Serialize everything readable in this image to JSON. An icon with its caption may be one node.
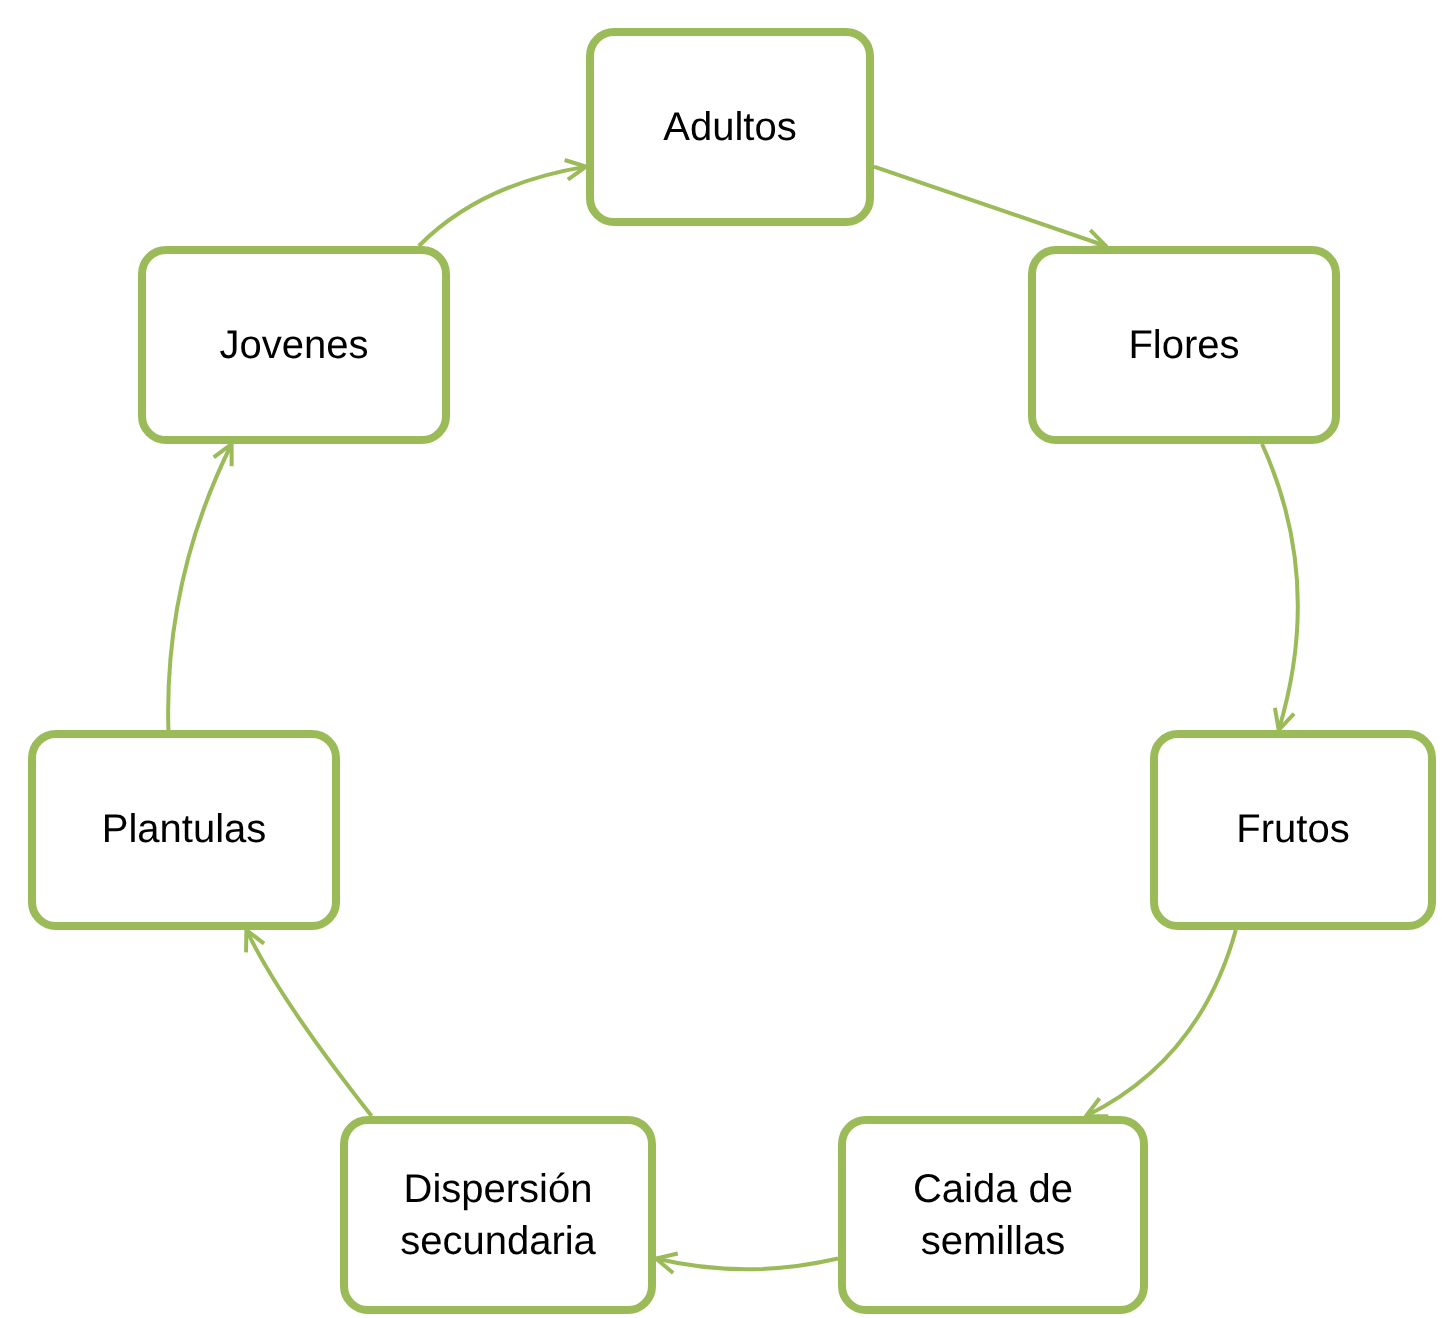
{
  "diagram": {
    "nodes": [
      {
        "text": [
          "Adultos"
        ]
      },
      {
        "text": [
          "Flores"
        ]
      },
      {
        "text": [
          "Frutos"
        ]
      },
      {
        "text": [
          "Caida de semillas"
        ]
      },
      {
        "text": [
          "Dispersión secundaria"
        ]
      },
      {
        "text": [
          "Plantulas"
        ]
      },
      {
        "text": [
          "Jovenes"
        ]
      }
    ],
    "edges": [
      {
        "from": 0,
        "to": 1,
        "arrow": "to"
      },
      {
        "from": 1,
        "to": 2,
        "arrow": "to"
      },
      {
        "from": 2,
        "to": 3,
        "arrow": "to"
      },
      {
        "from": 3,
        "to": 4,
        "arrow": "to"
      },
      {
        "from": 4,
        "to": 5,
        "arrow": "to"
      },
      {
        "from": 5,
        "to": 6,
        "arrow": "to"
      },
      {
        "from": 6,
        "to": 0,
        "arrow": "to"
      }
    ]
  }
}
